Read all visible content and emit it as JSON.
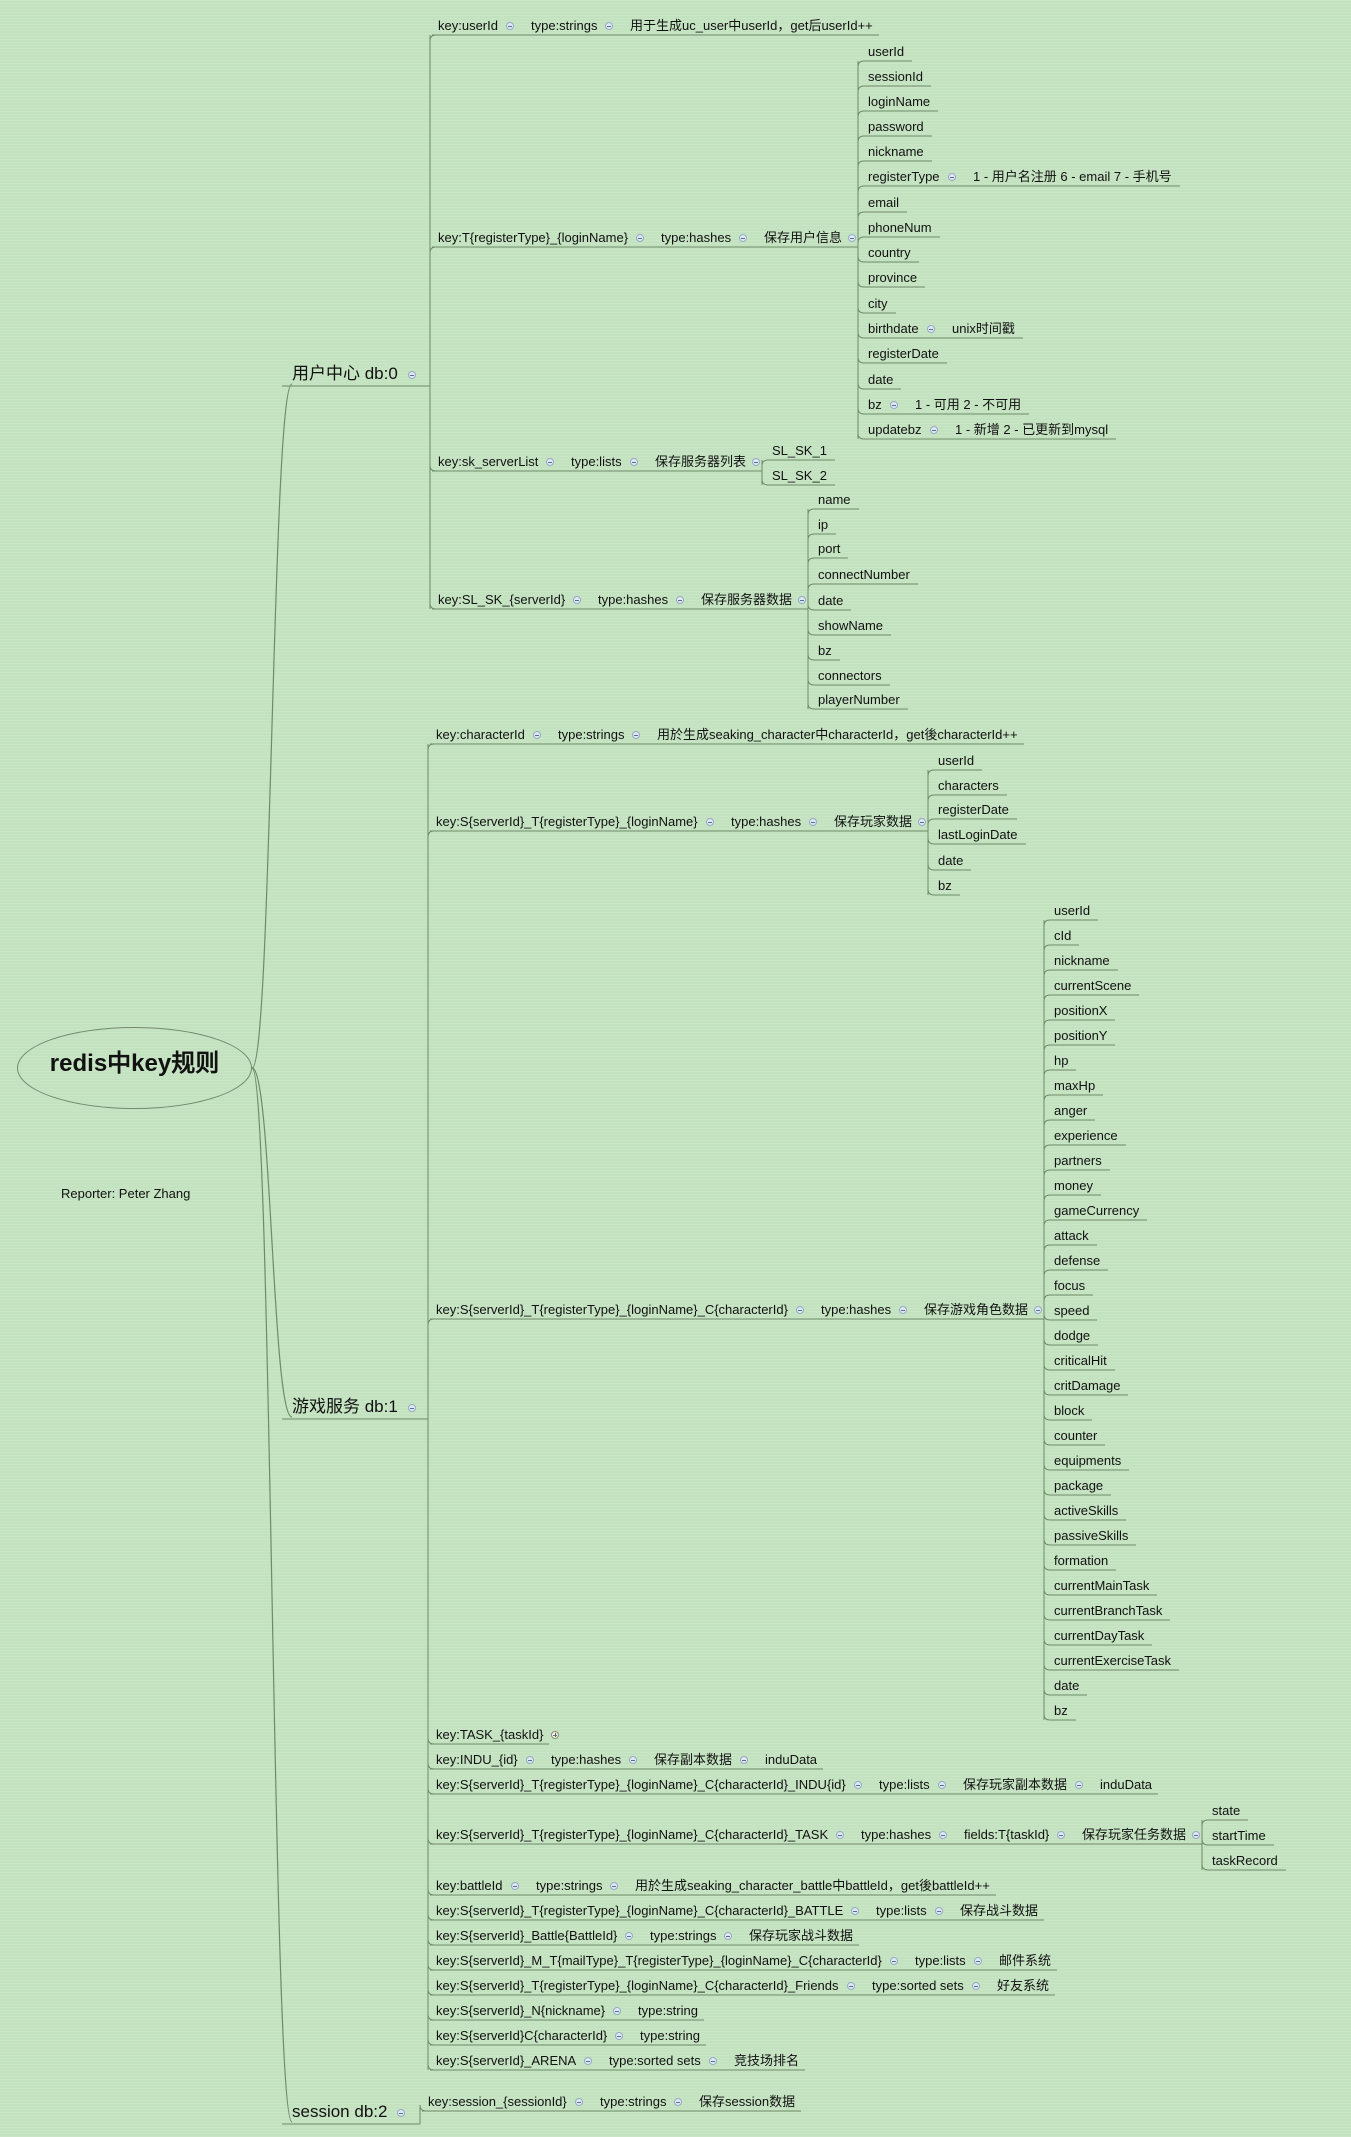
{
  "root": {
    "title": "redis中key规则",
    "reporter": "Reporter: Peter Zhang"
  },
  "branches": [
    {
      "label": "用户中心 db:0",
      "children": [
        {
          "segments": [
            "key:userId",
            "type:strings",
            "用于生成uc_user中userId，get后userId++"
          ]
        },
        {
          "segments": [
            "key:T{registerType}_{loginName}",
            "type:hashes",
            "保存用户信息"
          ],
          "children": [
            {
              "segments": [
                "userId"
              ]
            },
            {
              "segments": [
                "sessionId"
              ]
            },
            {
              "segments": [
                "loginName"
              ]
            },
            {
              "segments": [
                "password"
              ]
            },
            {
              "segments": [
                "nickname"
              ]
            },
            {
              "segments": [
                "registerType",
                "1 - 用户名注册 6 - email 7 - 手机号"
              ]
            },
            {
              "segments": [
                "email"
              ]
            },
            {
              "segments": [
                "phoneNum"
              ]
            },
            {
              "segments": [
                "country"
              ]
            },
            {
              "segments": [
                "province"
              ]
            },
            {
              "segments": [
                "city"
              ]
            },
            {
              "segments": [
                "birthdate",
                "unix时间戳"
              ]
            },
            {
              "segments": [
                "registerDate"
              ]
            },
            {
              "segments": [
                "date"
              ]
            },
            {
              "segments": [
                "bz",
                "1 - 可用 2 - 不可用"
              ]
            },
            {
              "segments": [
                "updatebz",
                "1 - 新增 2 - 已更新到mysql"
              ]
            }
          ]
        },
        {
          "segments": [
            "key:sk_serverList",
            "type:lists",
            "保存服务器列表"
          ],
          "children": [
            {
              "segments": [
                "SL_SK_1"
              ]
            },
            {
              "segments": [
                "SL_SK_2"
              ]
            }
          ]
        },
        {
          "segments": [
            "key:SL_SK_{serverId}",
            "type:hashes",
            "保存服务器数据"
          ],
          "children": [
            {
              "segments": [
                "name"
              ]
            },
            {
              "segments": [
                "ip"
              ]
            },
            {
              "segments": [
                "port"
              ]
            },
            {
              "segments": [
                "connectNumber"
              ]
            },
            {
              "segments": [
                "date"
              ]
            },
            {
              "segments": [
                "showName"
              ]
            },
            {
              "segments": [
                "bz"
              ]
            },
            {
              "segments": [
                "connectors"
              ]
            },
            {
              "segments": [
                "playerNumber"
              ]
            }
          ]
        }
      ]
    },
    {
      "label": "游戏服务 db:1",
      "children": [
        {
          "segments": [
            "key:characterId",
            "type:strings",
            "用於生成seaking_character中characterId，get後characterId++"
          ]
        },
        {
          "segments": [
            "key:S{serverId}_T{registerType}_{loginName}",
            "type:hashes",
            "保存玩家数据"
          ],
          "children": [
            {
              "segments": [
                "userId"
              ]
            },
            {
              "segments": [
                "characters"
              ]
            },
            {
              "segments": [
                "registerDate"
              ]
            },
            {
              "segments": [
                "lastLoginDate"
              ]
            },
            {
              "segments": [
                "date"
              ]
            },
            {
              "segments": [
                "bz"
              ]
            }
          ]
        },
        {
          "segments": [
            "key:S{serverId}_T{registerType}_{loginName}_C{characterId}",
            "type:hashes",
            "保存游戏角色数据"
          ],
          "children": [
            {
              "segments": [
                "userId"
              ]
            },
            {
              "segments": [
                "cId"
              ]
            },
            {
              "segments": [
                "nickname"
              ]
            },
            {
              "segments": [
                "currentScene"
              ]
            },
            {
              "segments": [
                "positionX"
              ]
            },
            {
              "segments": [
                "positionY"
              ]
            },
            {
              "segments": [
                "hp"
              ]
            },
            {
              "segments": [
                "maxHp"
              ]
            },
            {
              "segments": [
                "anger"
              ]
            },
            {
              "segments": [
                "experience"
              ]
            },
            {
              "segments": [
                "partners"
              ]
            },
            {
              "segments": [
                "money"
              ]
            },
            {
              "segments": [
                "gameCurrency"
              ]
            },
            {
              "segments": [
                "attack"
              ]
            },
            {
              "segments": [
                "defense"
              ]
            },
            {
              "segments": [
                "focus"
              ]
            },
            {
              "segments": [
                "speed"
              ]
            },
            {
              "segments": [
                "dodge"
              ]
            },
            {
              "segments": [
                "criticalHit"
              ]
            },
            {
              "segments": [
                "critDamage"
              ]
            },
            {
              "segments": [
                "block"
              ]
            },
            {
              "segments": [
                "counter"
              ]
            },
            {
              "segments": [
                "equipments"
              ]
            },
            {
              "segments": [
                "package"
              ]
            },
            {
              "segments": [
                "activeSkills"
              ]
            },
            {
              "segments": [
                "passiveSkills"
              ]
            },
            {
              "segments": [
                "formation"
              ]
            },
            {
              "segments": [
                "currentMainTask"
              ]
            },
            {
              "segments": [
                "currentBranchTask"
              ]
            },
            {
              "segments": [
                "currentDayTask"
              ]
            },
            {
              "segments": [
                "currentExerciseTask"
              ]
            },
            {
              "segments": [
                "date"
              ]
            },
            {
              "segments": [
                "bz"
              ]
            }
          ]
        },
        {
          "segments": [
            "key:TASK_{taskId}"
          ],
          "collapsed": true
        },
        {
          "segments": [
            "key:INDU_{id}",
            "type:hashes",
            "保存副本数据",
            "induData"
          ]
        },
        {
          "segments": [
            "key:S{serverId}_T{registerType}_{loginName}_C{characterId}_INDU{id}",
            "type:lists",
            "保存玩家副本数据",
            "induData"
          ]
        },
        {
          "segments": [
            "key:S{serverId}_T{registerType}_{loginName}_C{characterId}_TASK",
            "type:hashes",
            "fields:T{taskId}",
            "保存玩家任务数据"
          ],
          "children": [
            {
              "segments": [
                "state"
              ]
            },
            {
              "segments": [
                "startTime"
              ]
            },
            {
              "segments": [
                "taskRecord"
              ]
            }
          ]
        },
        {
          "segments": [
            "key:battleId",
            "type:strings",
            "用於生成seaking_character_battle中battleId，get後battleId++"
          ]
        },
        {
          "segments": [
            "key:S{serverId}_T{registerType}_{loginName}_C{characterId}_BATTLE",
            "type:lists",
            "保存战斗数据"
          ]
        },
        {
          "segments": [
            "key:S{serverId}_Battle{BattleId}",
            "type:strings",
            "保存玩家战斗数据"
          ]
        },
        {
          "segments": [
            "key:S{serverId}_M_T{mailType}_T{registerType}_{loginName}_C{characterId}",
            "type:lists",
            "邮件系统"
          ]
        },
        {
          "segments": [
            "key:S{serverId}_T{registerType}_{loginName}_C{characterId}_Friends",
            "type:sorted sets",
            "好友系统"
          ]
        },
        {
          "segments": [
            "key:S{serverId}_N{nickname}",
            "type:string"
          ]
        },
        {
          "segments": [
            "key:S{serverId}C{characterId}",
            "type:string"
          ]
        },
        {
          "segments": [
            "key:S{serverId}_ARENA",
            "type:sorted sets",
            "竞技场排名"
          ]
        }
      ]
    },
    {
      "label": "session db:2",
      "children": [
        {
          "segments": [
            "key:session_{sessionId}",
            "type:strings",
            "保存session数据"
          ]
        }
      ]
    }
  ]
}
